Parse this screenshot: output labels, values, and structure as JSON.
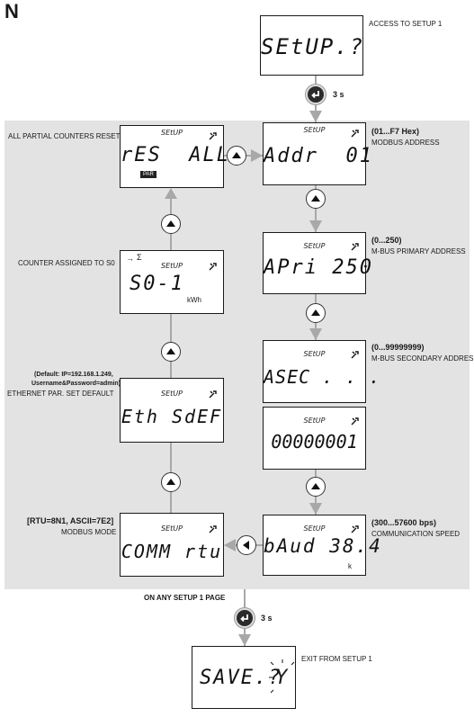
{
  "section_letter": "N",
  "displays": {
    "setup": {
      "main": "SEtUP.?"
    },
    "addr": {
      "setup": "SEtUP",
      "main": "Addr  01"
    },
    "apri": {
      "setup": "SEtUP",
      "main": "APri 250"
    },
    "asec": {
      "setup": "SEtUP",
      "main": "ASEC . . ."
    },
    "asec_val": {
      "setup": "SEtUP",
      "main": "00000001"
    },
    "baud": {
      "setup": "SEtUP",
      "main": "bAud 38.4",
      "unit": "k"
    },
    "comm": {
      "setup": "SEtUP",
      "main": "COMM rtu"
    },
    "eth": {
      "setup": "SEtUP",
      "main": "Eth SdEF"
    },
    "s0": {
      "setup": "SEtUP",
      "main": "S0-1",
      "unit": "kWh",
      "sigma": "Σ"
    },
    "res": {
      "setup": "SEtUP",
      "main": "rES  ALL",
      "badge": "PAR"
    },
    "save": {
      "main": "SAVE.?",
      "value": "Y"
    }
  },
  "labels": {
    "access": "ACCESS TO SETUP 1",
    "hold_top": "3 s",
    "addr_range": "(01...F7 Hex)",
    "addr_name": "MODBUS ADDRESS",
    "apri_range": "(0...250)",
    "apri_name": "M-BUS PRIMARY ADDRESS",
    "asec_range": "(0...99999999)",
    "asec_name": "M-BUS SECONDARY ADDRESS",
    "baud_range": "(300...57600 bps)",
    "baud_name": "COMMUNICATION SPEED",
    "comm_range": "[RTU=8N1, ASCII=7E2]",
    "comm_name": "MODBUS MODE",
    "eth_default_1": "(Default: IP=192.168.1.249,",
    "eth_default_2": "Username&Password=admin)",
    "eth_name": "ETHERNET PAR. SET DEFAULT",
    "s0_name": "COUNTER ASSIGNED TO S0",
    "res_name": "ALL PARTIAL COUNTERS RESET",
    "any_page": "ON ANY SETUP 1 PAGE",
    "hold_bottom": "3 s",
    "exit": "EXIT FROM SETUP 1"
  },
  "icons": [
    "enter-button-icon",
    "up-arrow-button-icon",
    "left-arrow-button-icon",
    "wrench-icon",
    "arrow-right-icon"
  ],
  "colors": {
    "panel": "#e3e3e3",
    "arrow": "#a8a8a8",
    "lcd_border": "#1a1a1a",
    "button": "#2b2b2b"
  }
}
